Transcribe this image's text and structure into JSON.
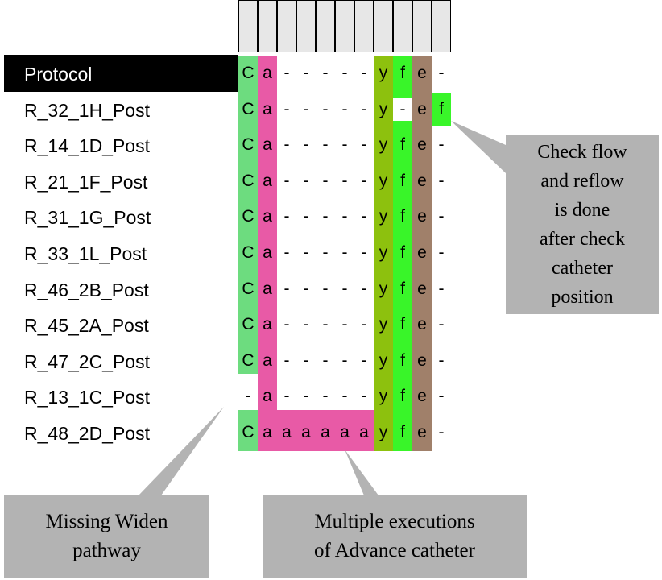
{
  "columns_count": 11,
  "header_row": {
    "label": "Protocol",
    "cells": [
      "C",
      "a",
      "-",
      "-",
      "-",
      "-",
      "-",
      "y",
      "f",
      "e",
      "-"
    ]
  },
  "rows": [
    {
      "label": "R_32_1H_Post",
      "cells": [
        "C",
        "a",
        "-",
        "-",
        "-",
        "-",
        "-",
        "y",
        "-",
        "e",
        "f"
      ]
    },
    {
      "label": "R_14_1D_Post",
      "cells": [
        "C",
        "a",
        "-",
        "-",
        "-",
        "-",
        "-",
        "y",
        "f",
        "e",
        "-"
      ]
    },
    {
      "label": "R_21_1F_Post",
      "cells": [
        "C",
        "a",
        "-",
        "-",
        "-",
        "-",
        "-",
        "y",
        "f",
        "e",
        "-"
      ]
    },
    {
      "label": "R_31_1G_Post",
      "cells": [
        "C",
        "a",
        "-",
        "-",
        "-",
        "-",
        "-",
        "y",
        "f",
        "e",
        "-"
      ]
    },
    {
      "label": "R_33_1L_Post",
      "cells": [
        "C",
        "a",
        "-",
        "-",
        "-",
        "-",
        "-",
        "y",
        "f",
        "e",
        "-"
      ]
    },
    {
      "label": "R_46_2B_Post",
      "cells": [
        "C",
        "a",
        "-",
        "-",
        "-",
        "-",
        "-",
        "y",
        "f",
        "e",
        "-"
      ]
    },
    {
      "label": "R_45_2A_Post",
      "cells": [
        "C",
        "a",
        "-",
        "-",
        "-",
        "-",
        "-",
        "y",
        "f",
        "e",
        "-"
      ]
    },
    {
      "label": "R_47_2C_Post",
      "cells": [
        "C",
        "a",
        "-",
        "-",
        "-",
        "-",
        "-",
        "y",
        "f",
        "e",
        "-"
      ]
    },
    {
      "label": "R_13_1C_Post",
      "cells": [
        "-",
        "a",
        "-",
        "-",
        "-",
        "-",
        "-",
        "y",
        "f",
        "e",
        "-"
      ]
    },
    {
      "label": "R_48_2D_Post",
      "cells": [
        "C",
        "a",
        "a",
        "a",
        "a",
        "a",
        "a",
        "y",
        "f",
        "e",
        "-"
      ]
    }
  ],
  "colors": {
    "widen": "#6ddc7f",
    "advance": "#e85aa6",
    "check_position": "#8dc10e",
    "flow": "#39f529",
    "reflow": "#a0806a",
    "callout": "#b3b3b3",
    "header_cell": "#e7e7e7"
  },
  "callouts": {
    "check_flow": [
      "Check flow",
      "and reflow",
      "is done",
      "after check",
      "catheter",
      "position"
    ],
    "missing_widen": [
      "Missing Widen",
      "pathway"
    ],
    "multiple_advance": [
      "Multiple executions",
      "of Advance catheter"
    ]
  }
}
